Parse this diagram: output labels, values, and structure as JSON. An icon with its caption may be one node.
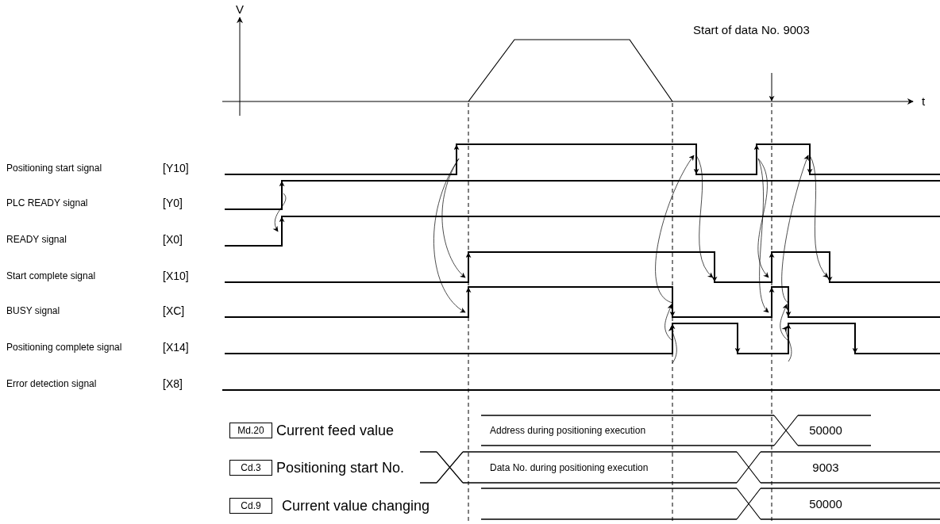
{
  "diagram": {
    "nodes": [
      {
        "text": [
          "Md.20"
        ],
        "beside": [
          "Current feed value"
        ]
      },
      {
        "text": [
          "Cd.3"
        ],
        "beside": [
          "Positioning start No."
        ]
      },
      {
        "text": [
          "Cd.9"
        ],
        "beside": [
          "Current value changing"
        ]
      }
    ],
    "labels": [
      "V",
      "Start of data No. 9003",
      "t",
      "Positioning start signal",
      "[Y10]",
      "PLC READY signal",
      "[Y0]",
      "READY signal",
      "[X0]",
      "Start complete signal",
      "[X10]",
      "BUSY signal",
      "[XC]",
      "Positioning complete signal",
      "[X14]",
      "Error detection signal",
      "[X8]",
      "Address during positioning execution",
      "50000",
      "Data No. during positioning execution",
      "9003",
      "50000"
    ]
  }
}
